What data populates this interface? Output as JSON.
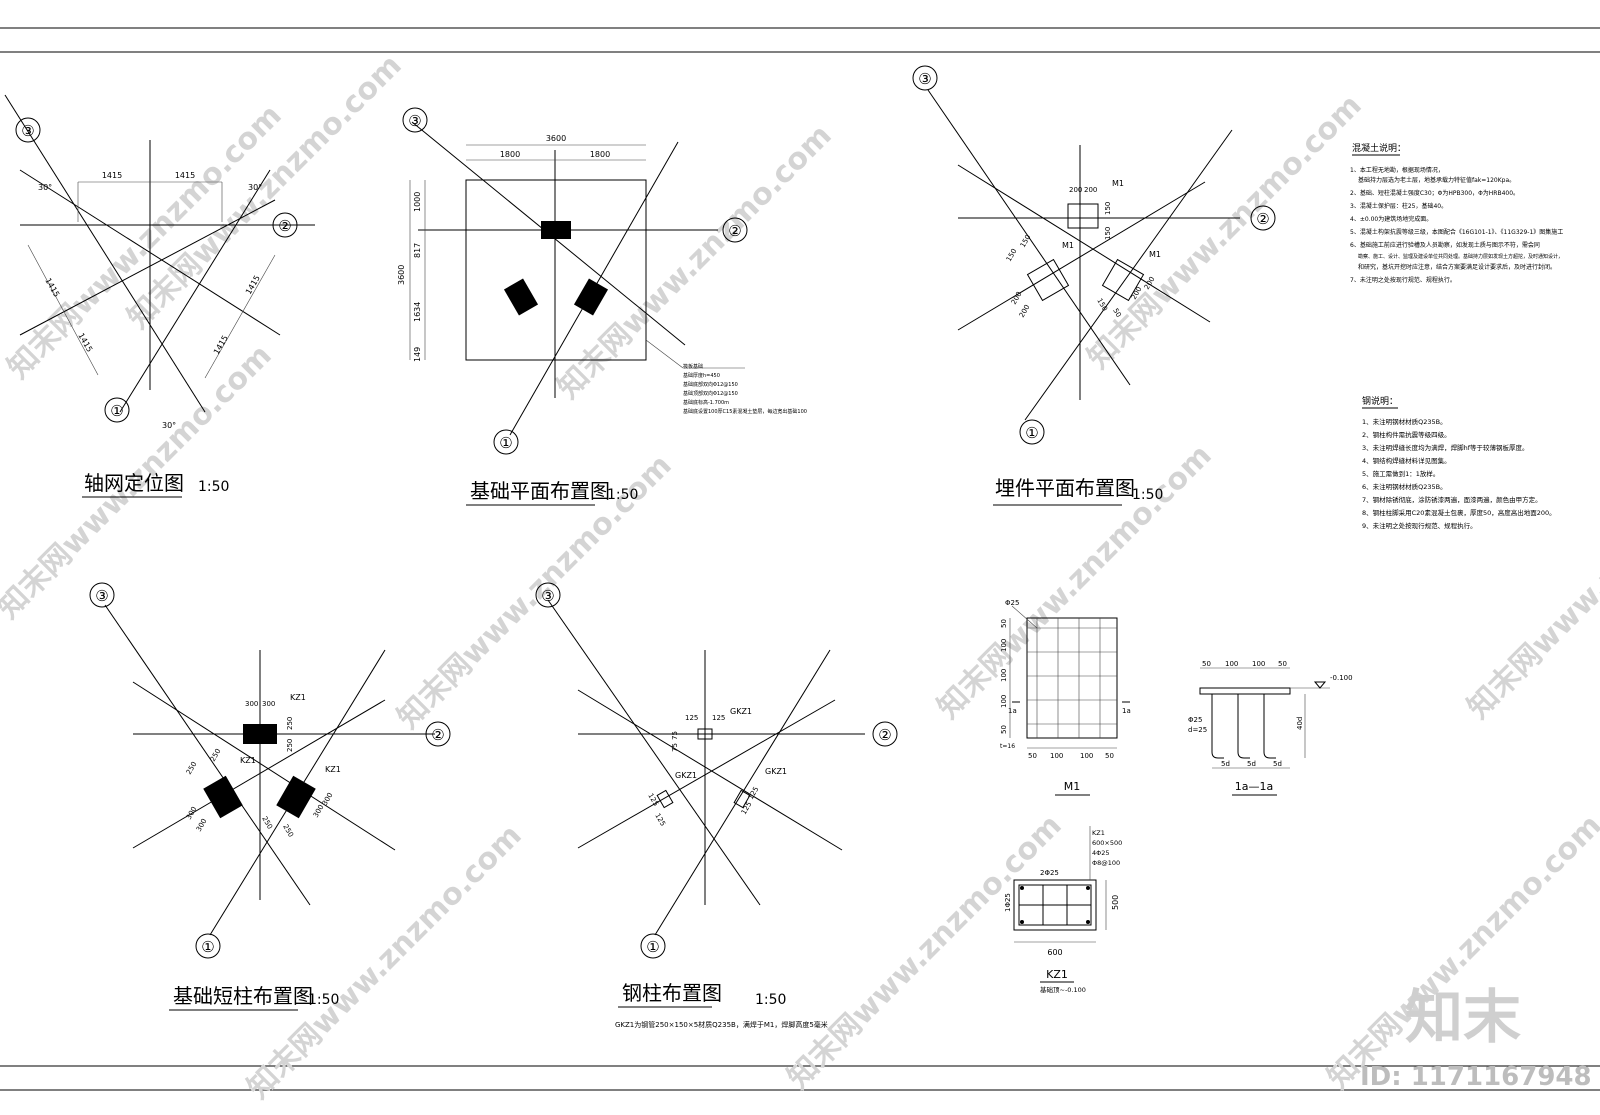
{
  "drawings": {
    "axis_grid": {
      "title": "轴网定位图",
      "scale": "1:50",
      "axis_labels": [
        "①",
        "②",
        "③"
      ],
      "dims": [
        "1415",
        "1415",
        "1415",
        "1415",
        "1415",
        "1415"
      ],
      "angles": [
        "30°",
        "30°",
        "30°"
      ]
    },
    "foundation_plan": {
      "title": "基础平面布置图",
      "scale": "1:50",
      "axis_labels": [
        "①",
        "②",
        "③"
      ],
      "dims_top": [
        "3600",
        "1800",
        "1800"
      ],
      "dims_left": [
        "3600",
        "1000",
        "817",
        "1634",
        "149"
      ],
      "notes": [
        "筏板基础",
        "基础厚度h=450",
        "基础底部双向Φ12@150",
        "基础顶部双向Φ12@150",
        "基础底标高-1.700m",
        "基础底设置100厚C15素混凝土垫层，每边宽出基础100"
      ]
    },
    "embed_plan": {
      "title": "埋件平面布置图",
      "scale": "1:50",
      "axis_labels": [
        "①",
        "②",
        "③"
      ],
      "labels": [
        "M1",
        "M1",
        "M1"
      ],
      "dims": [
        "200",
        "200",
        "150",
        "150",
        "150",
        "150",
        "200",
        "200",
        "150",
        "50",
        "200",
        "200"
      ]
    },
    "short_column_plan": {
      "title": "基础短柱布置图",
      "scale": "1:50",
      "axis_labels": [
        "①",
        "②",
        "③"
      ],
      "labels": [
        "KZ1",
        "KZ1",
        "KZ1"
      ],
      "dims": [
        "300",
        "300",
        "250",
        "250",
        "250",
        "250",
        "300",
        "300",
        "250",
        "250",
        "300",
        "300"
      ]
    },
    "steel_column_plan": {
      "title": "钢柱布置图",
      "scale": "1:50",
      "axis_labels": [
        "①",
        "②",
        "③"
      ],
      "labels": [
        "GKZ1",
        "GKZ1",
        "GKZ1"
      ],
      "dims": [
        "125",
        "125",
        "75",
        "75",
        "125",
        "125",
        "125",
        "125"
      ],
      "note": "GKZ1为钢管250×150×5材质Q235B，满焊于M1，焊脚高度5毫米"
    }
  },
  "concrete_notes": {
    "heading": "混凝土说明：",
    "items": [
      "1、本工程无地勘，根据现场情况，",
      "基础持力层选为老土层，地基承载力特征值fak=120Kpa。",
      "2、基础、短柱混凝土强度C30；Φ为HPB300，Φ为HRB400。",
      "3、混凝土保护层：柱25，基础40。",
      "4、±0.00为建筑场地完成面。",
      "5、混凝土构架抗震等级三级，本图配合《16G101-1》、《11G329-1》图集施工",
      "6、基础施工前应进行验槽及人员勘察，如发现土质与图示不符，需会同",
      "勘察、施工、设计、监理及建设单位共同处理。基础持力层如发现土方超挖，及时通知设计，",
      "和研究，基坑开挖时应注意，结合方案要满足设计要求后，及时进行封闭。",
      "7、未注明之处按现行规范、规程执行。"
    ]
  },
  "steel_notes": {
    "heading": "钢说明：",
    "items": [
      "1、未注明钢材材质Q235B。",
      "2、钢柱构件需抗震等级四级。",
      "3、未注明焊缝长度均为满焊，焊脚hf等于较薄钢板厚度。",
      "4、钢结构焊缝材料详见图集。",
      "5、施工需做到1：1放样。",
      "6、未注明钢材材质Q235B。",
      "7、钢材除锈彻底，涂防锈漆两遍，面漆两遍，颜色由甲方定。",
      "8、钢柱柱脚采用C20素混凝土包裹，厚度50，高度高出地面200。",
      "9、未注明之处按现行规范、规程执行。"
    ]
  },
  "detail_m1": {
    "title": "M1",
    "bar": "Φ25",
    "dims_h": [
      "50",
      "100",
      "100",
      "50"
    ],
    "dims_v": [
      "50",
      "100",
      "100",
      "100",
      "50"
    ],
    "section_mark": "1a",
    "plate": "t=16"
  },
  "detail_1a": {
    "title": "1a—1a",
    "elev": "-0.100",
    "dims_top": [
      "50",
      "100",
      "100",
      "50"
    ],
    "bar": "Φ25",
    "d": "d=25",
    "len": "40d",
    "hooks": [
      "5d",
      "5d",
      "5d"
    ]
  },
  "detail_kz1": {
    "title": "KZ1",
    "spec": [
      "KZ1",
      "600×500",
      "4Φ25",
      "Φ8@100"
    ],
    "bar_top": "2Φ25",
    "bar_side": "1Φ25",
    "width": "600",
    "height": "500",
    "top_elev": "基础顶~-0.100"
  },
  "brand": {
    "logo": "知末",
    "id_text": "ID: 1171167948",
    "watermark": "知末网www.znzmo.com"
  }
}
